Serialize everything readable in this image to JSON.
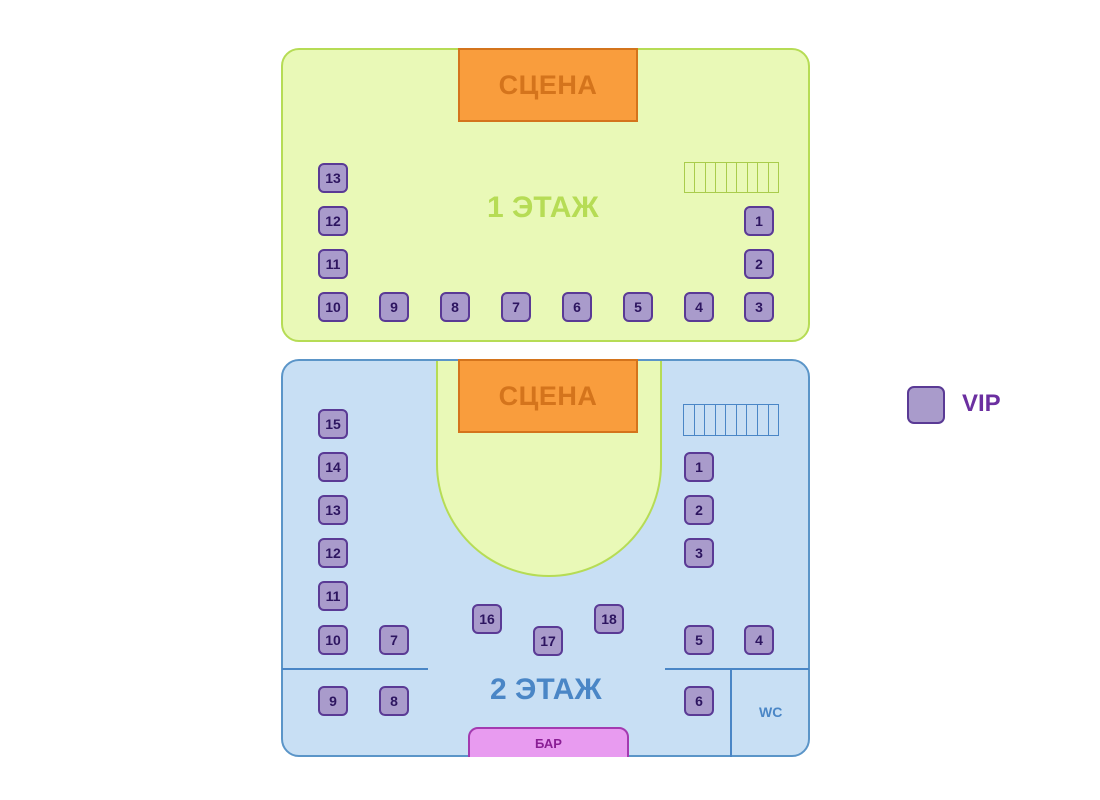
{
  "floor1": {
    "title": "1 ЭТАЖ",
    "stage": "СЦЕНА",
    "tables": [
      "13",
      "12",
      "11",
      "10",
      "9",
      "8",
      "7",
      "6",
      "5",
      "4",
      "3",
      "2",
      "1"
    ]
  },
  "floor2": {
    "title": "2 ЭТАЖ",
    "stage": "СЦЕНА",
    "tables": [
      "15",
      "14",
      "13",
      "12",
      "11",
      "10",
      "7",
      "9",
      "8",
      "16",
      "17",
      "18",
      "1",
      "2",
      "3",
      "5",
      "4",
      "6"
    ],
    "wc": "WC",
    "bar": "БАР"
  },
  "legend": {
    "label": "VIP"
  },
  "colors": {
    "floor1_fill": "#e9f9b7",
    "floor2_fill": "#c8dff4",
    "stage_fill": "#f99d3d",
    "vip_table": "#a99bcb",
    "bar_fill": "#e89bf0"
  }
}
